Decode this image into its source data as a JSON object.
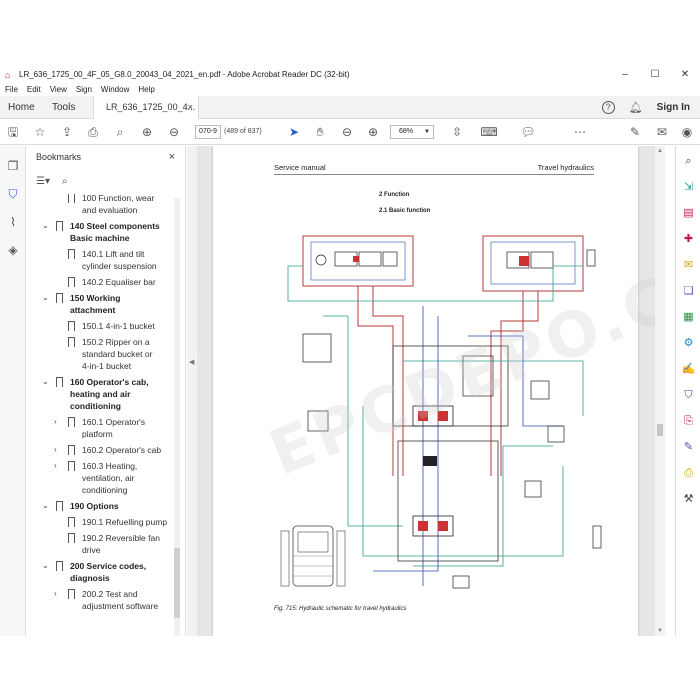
{
  "window": {
    "title": "LR_636_1725_00_4F_05_G8.0_20043_04_2021_en.pdf - Adobe Acrobat Reader DC (32-bit)",
    "minimize": "–",
    "maximize": "☐",
    "close": "✕"
  },
  "menu": [
    "File",
    "Edit",
    "View",
    "Sign",
    "Window",
    "Help"
  ],
  "tabs": {
    "home": "Home",
    "tools": "Tools",
    "document": "LR_636_1725_00_4...",
    "close": "×",
    "signin": "Sign In"
  },
  "toolbar": {
    "page_value": "070-9",
    "page_of": "(489 of 837)",
    "zoom_value": "68%"
  },
  "bookmarks": {
    "title": "Bookmarks",
    "close": "×",
    "items": [
      {
        "label": "100 Function, wear",
        "indent": 2,
        "bold": false,
        "chevron": ""
      },
      {
        "label": "and evaluation",
        "indent": 2,
        "bold": false,
        "chevron": "",
        "cont": true
      },
      {
        "label": "140 Steel components",
        "indent": 1,
        "bold": true,
        "chevron": "⌄"
      },
      {
        "label": "Basic machine",
        "indent": 1,
        "bold": true,
        "chevron": "",
        "cont": true
      },
      {
        "label": "140.1 Lift and tilt",
        "indent": 2,
        "bold": false,
        "chevron": ""
      },
      {
        "label": "cylinder suspension",
        "indent": 2,
        "bold": false,
        "chevron": "",
        "cont": true
      },
      {
        "label": "140.2 Equaliser bar",
        "indent": 2,
        "bold": false,
        "chevron": ""
      },
      {
        "label": "150 Working",
        "indent": 1,
        "bold": true,
        "chevron": "⌄"
      },
      {
        "label": "attachment",
        "indent": 1,
        "bold": true,
        "chevron": "",
        "cont": true
      },
      {
        "label": "150.1 4-in-1 bucket",
        "indent": 2,
        "bold": false,
        "chevron": ""
      },
      {
        "label": "150.2 Ripper on a",
        "indent": 2,
        "bold": false,
        "chevron": ""
      },
      {
        "label": "standard bucket or",
        "indent": 2,
        "bold": false,
        "chevron": "",
        "cont": true
      },
      {
        "label": "4-in-1 bucket",
        "indent": 2,
        "bold": false,
        "chevron": "",
        "cont": true
      },
      {
        "label": "160 Operator's cab,",
        "indent": 1,
        "bold": true,
        "chevron": "⌄"
      },
      {
        "label": "heating and air",
        "indent": 1,
        "bold": true,
        "chevron": "",
        "cont": true
      },
      {
        "label": "conditioning",
        "indent": 1,
        "bold": true,
        "chevron": "",
        "cont": true
      },
      {
        "label": "160.1 Operator's",
        "indent": 2,
        "bold": false,
        "chevron": "›"
      },
      {
        "label": "platform",
        "indent": 2,
        "bold": false,
        "chevron": "",
        "cont": true
      },
      {
        "label": "160.2 Operator's cab",
        "indent": 2,
        "bold": false,
        "chevron": "›"
      },
      {
        "label": "160.3 Heating,",
        "indent": 2,
        "bold": false,
        "chevron": "›"
      },
      {
        "label": "ventilation, air",
        "indent": 2,
        "bold": false,
        "chevron": "",
        "cont": true
      },
      {
        "label": "conditioning",
        "indent": 2,
        "bold": false,
        "chevron": "",
        "cont": true
      },
      {
        "label": "190 Options",
        "indent": 1,
        "bold": true,
        "chevron": "⌄"
      },
      {
        "label": "190.1 Refuelling pump",
        "indent": 2,
        "bold": false,
        "chevron": ""
      },
      {
        "label": "190.2 Reversible fan",
        "indent": 2,
        "bold": false,
        "chevron": ""
      },
      {
        "label": "drive",
        "indent": 2,
        "bold": false,
        "chevron": "",
        "cont": true
      },
      {
        "label": "200 Service codes,",
        "indent": 1,
        "bold": true,
        "chevron": "⌄"
      },
      {
        "label": "diagnosis",
        "indent": 1,
        "bold": true,
        "chevron": "",
        "cont": true
      },
      {
        "label": "200.2 Test and",
        "indent": 2,
        "bold": false,
        "chevron": "›"
      },
      {
        "label": "adjustment software",
        "indent": 2,
        "bold": false,
        "chevron": "",
        "cont": true
      }
    ]
  },
  "page": {
    "header_left": "Service manual",
    "header_right": "Travel hydraulics",
    "section_1": "2 Function",
    "section_2": "2.1 Basic function",
    "caption": "Fig. 715: Hydraulic schematic for travel hydraulics",
    "watermark": "EPCDEPO.COM"
  },
  "colors": {
    "acrobat_red": "#d71f1f",
    "teal_line": "#2a9d8f",
    "red_line": "#b83a3a",
    "blue_line": "#2b4fb0"
  }
}
